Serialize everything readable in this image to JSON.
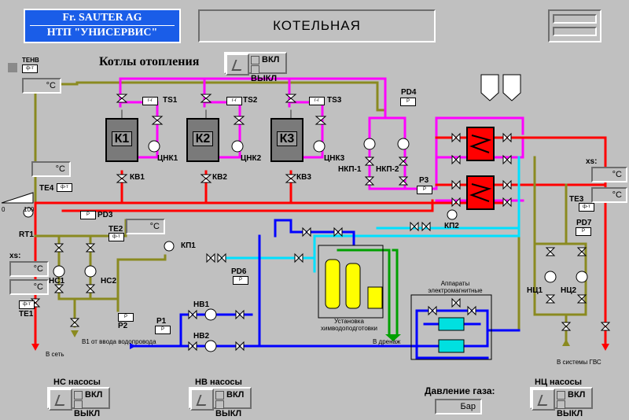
{
  "logo": {
    "line1": "Fr. SAUTER AG",
    "line2": "НТП \"УНИСЕРВИС\""
  },
  "window_title": "КОТЕЛЬНАЯ",
  "boilers_section": {
    "title": "Котлы отопления",
    "on": "ВКЛ",
    "off": "ВЫКЛ"
  },
  "boilers": [
    "К1",
    "К2",
    "К3"
  ],
  "temps": {
    "tenv_label": "ТЕНВ",
    "unit": "°C",
    "xs_label": "хs:"
  },
  "labels": {
    "TS1": "TS1",
    "TS2": "TS2",
    "TS3": "TS3",
    "CNK1": "ЦНК1",
    "CNK2": "ЦНК2",
    "CNK3": "ЦНК3",
    "KV1": "КВ1",
    "KV2": "КВ2",
    "KV3": "КВ3",
    "PD4": "PD4",
    "NKP1": "НКП-1",
    "NKP2": "НКП-2",
    "P3": "P3",
    "TE4": "TE4",
    "RT1": "RT1",
    "PD3": "PD3",
    "TE2": "TE2",
    "NS1": "НС1",
    "NS2": "НС2",
    "TE1": "TE1",
    "P2": "P2",
    "KP1": "КП1",
    "KP2": "КП2",
    "PD6": "PD6",
    "NV1": "НВ1",
    "NV2": "НВ2",
    "P1": "P1",
    "TE3": "TE3",
    "PD7": "PD7",
    "NC1": "НЦ1",
    "NC2": "НЦ2",
    "scale_min": "0",
    "scale_max": "100"
  },
  "notes": {
    "to_net": "В сеть",
    "water_in": "В1 от ввода водопровода",
    "to_drain": "В дренаж",
    "water_treatment": "Установка химводоподготовки",
    "em_devices": "Аппараты электромагнитные",
    "to_gvs": "В системы ГВС"
  },
  "pump_groups": [
    {
      "title": "НС насосы",
      "on": "ВКЛ",
      "off": "ВЫКЛ"
    },
    {
      "title": "НВ насосы",
      "on": "ВКЛ",
      "off": "ВЫКЛ"
    },
    {
      "title": "НЦ насосы",
      "on": "ВКЛ",
      "off": "ВЫКЛ"
    }
  ],
  "gas_pressure": {
    "title": "Давление газа:",
    "unit": "Бар"
  },
  "colors": {
    "background": "#c0c0c0",
    "hot": "#ff0000",
    "return": "#ff00ff",
    "cold": "#0000ff",
    "aqua": "#00e0ff",
    "olive": "#8a8a20",
    "green": "#00a000",
    "yellow": "#ffff00"
  }
}
